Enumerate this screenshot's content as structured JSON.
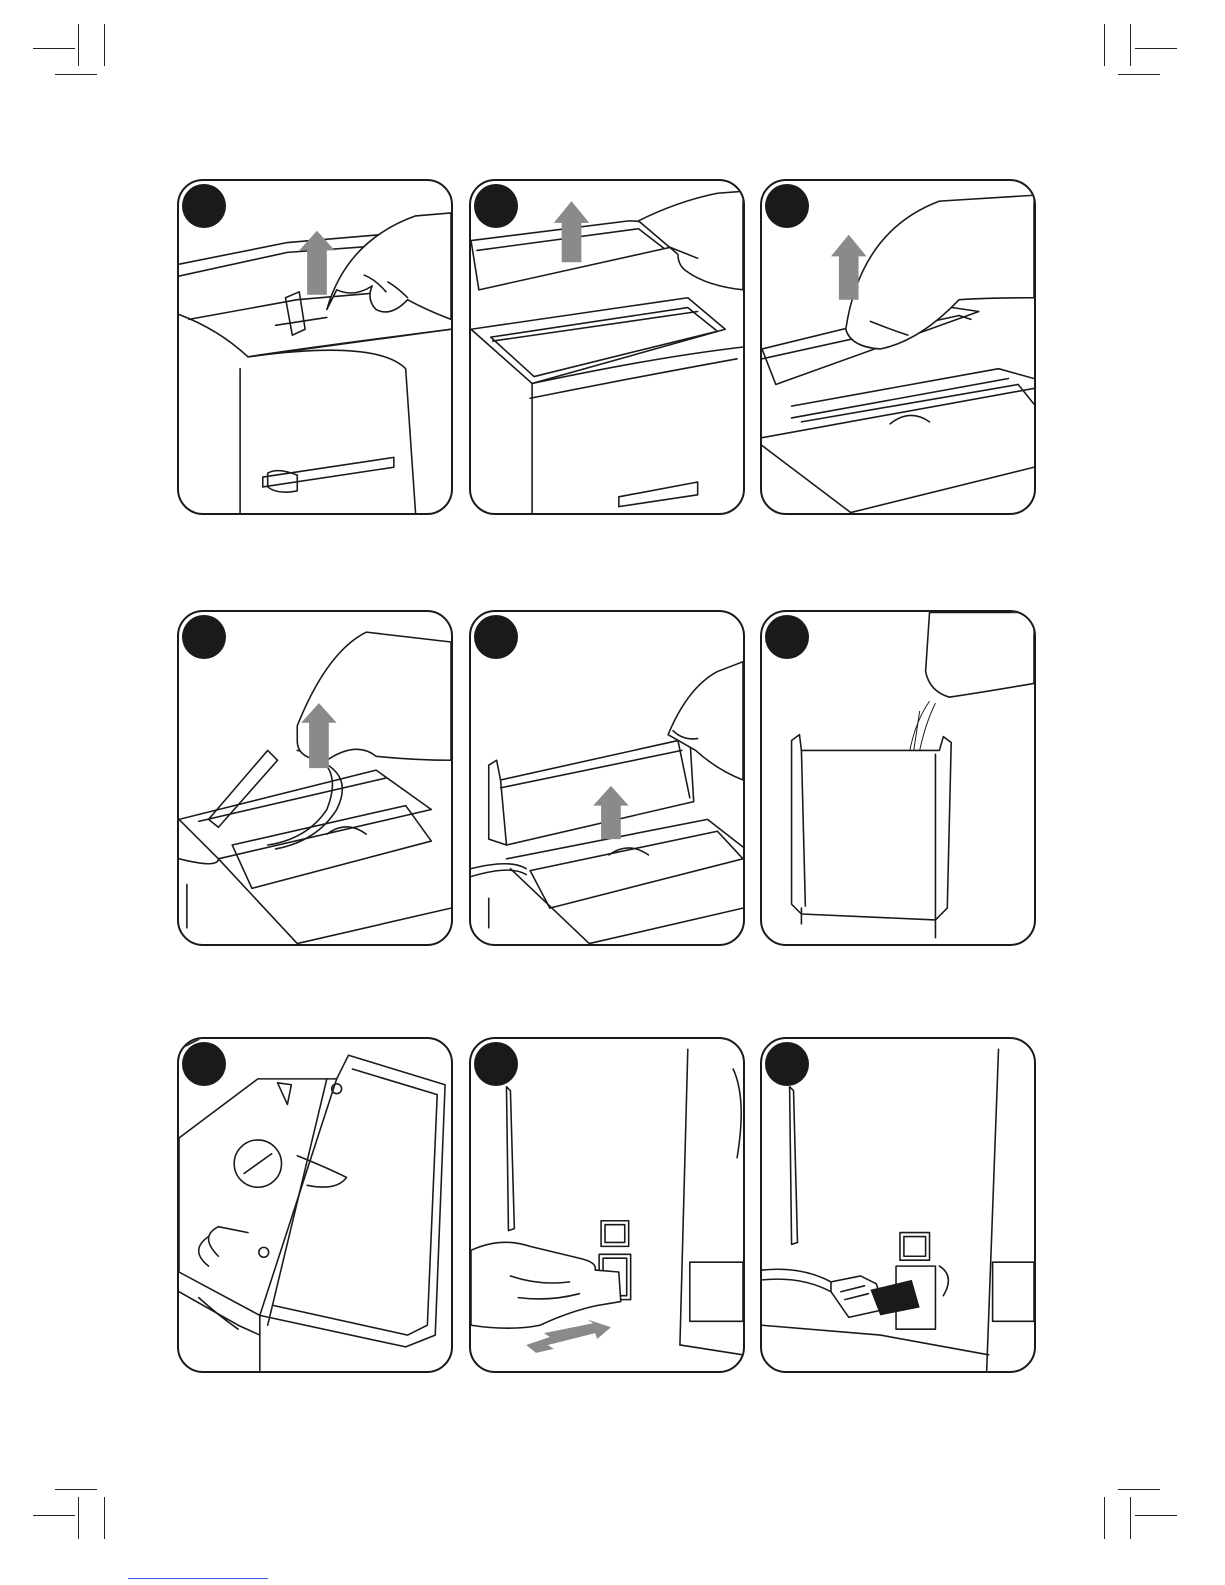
{
  "document": {
    "panels": [
      {
        "id": "step-1",
        "scene": "lift-steam-wand-tab",
        "icon": "up-arrow-icon"
      },
      {
        "id": "step-2",
        "scene": "lift-drip-tray-cover",
        "icon": "up-arrow-icon"
      },
      {
        "id": "step-3",
        "scene": "lift-inner-lid",
        "icon": "up-arrow-icon"
      },
      {
        "id": "step-4",
        "scene": "pull-out-tubes",
        "icon": "up-arrow-icon"
      },
      {
        "id": "step-5",
        "scene": "lift-water-tank",
        "icon": "up-arrow-icon"
      },
      {
        "id": "step-6",
        "scene": "fill-water-tank",
        "icon": "none"
      },
      {
        "id": "step-7",
        "scene": "reinsert-tank",
        "icon": "none"
      },
      {
        "id": "step-8",
        "scene": "plug-power-cord",
        "icon": "double-arrow-icon"
      },
      {
        "id": "step-9",
        "scene": "cord-connected",
        "icon": "none"
      }
    ],
    "colors": {
      "line": "#1a1a1a",
      "arrow": "#8a8a8a",
      "footer_rule": "#3a5bd6"
    }
  }
}
